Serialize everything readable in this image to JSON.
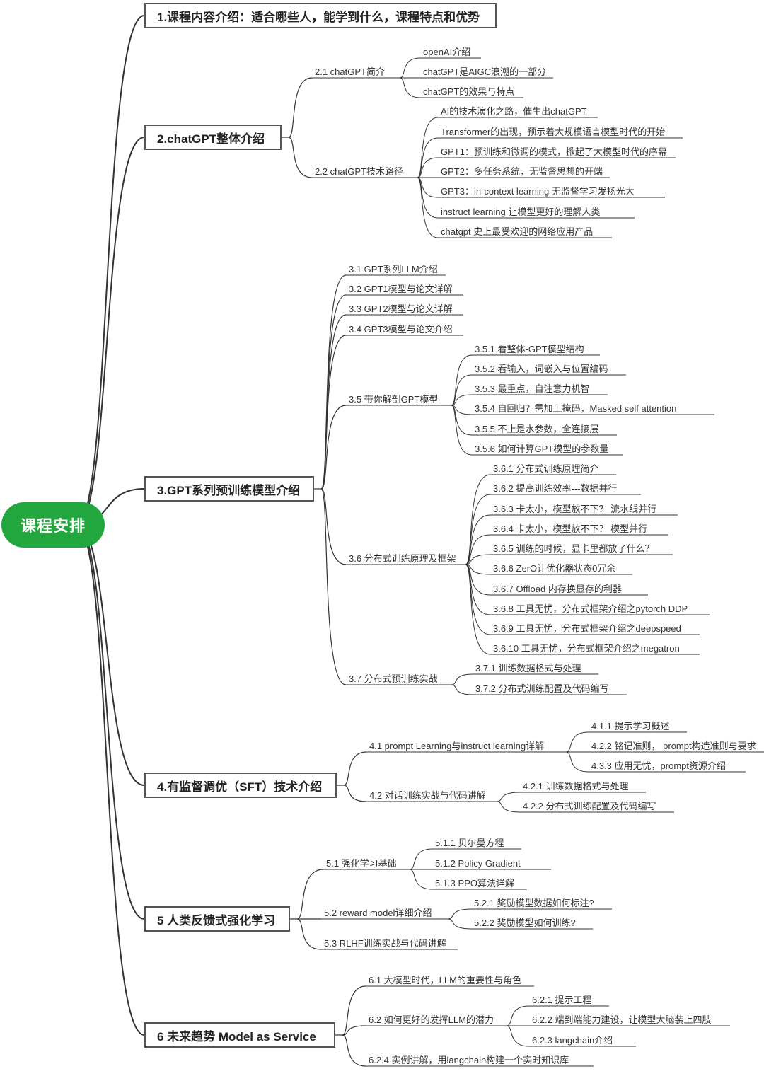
{
  "root": {
    "label": "课程安排"
  },
  "sections": [
    {
      "title": "1.课程内容介绍：适合哪些人，能学到什么，课程特点和优势"
    },
    {
      "title": "2.chatGPT整体介绍",
      "children": [
        {
          "label": "2.1 chatGPT简介",
          "children": [
            "openAI介绍",
            "chatGPT是AIGC浪潮的一部分",
            "chatGPT的效果与特点"
          ]
        },
        {
          "label": "2.2 chatGPT技术路径",
          "children": [
            "AI的技术演化之路，催生出chatGPT",
            "Transformer的出现，预示着大规模语言模型时代的开始",
            "GPT1：预训练和微调的模式，掀起了大模型时代的序幕",
            "GPT2：多任务系统，无监督思想的开端",
            "GPT3：in-context learning 无监督学习发扬光大",
            "instruct learning 让模型更好的理解人类",
            "chatgpt 史上最受欢迎的网络应用产品"
          ]
        }
      ]
    },
    {
      "title": "3.GPT系列预训练模型介绍",
      "children": [
        {
          "label": "3.1 GPT系列LLM介绍"
        },
        {
          "label": "3.2 GPT1模型与论文详解"
        },
        {
          "label": "3.3 GPT2模型与论文详解"
        },
        {
          "label": "3.4 GPT3模型与论文介绍"
        },
        {
          "label": "3.5 带你解剖GPT模型",
          "children": [
            "3.5.1 看整体-GPT模型结构",
            "3.5.2 看输入，词嵌入与位置编码",
            "3.5.3 最重点，自注意力机智",
            "3.5.4 自回归？需加上掩码，Masked self attention",
            "3.5.5 不止是水参数，全连接层",
            "3.5.6 如何计算GPT模型的参数量"
          ]
        },
        {
          "label": "3.6 分布式训练原理及框架",
          "children": [
            "3.6.1 分布式训练原理简介",
            "3.6.2 提高训练效率---数据并行",
            "3.6.3 卡太小，模型放不下？ 流水线并行",
            "3.6.4 卡太小，模型放不下？ 模型并行",
            "3.6.5 训练的时候，显卡里都放了什么？",
            "3.6.6 ZerO让优化器状态0冗余",
            "3.6.7 Offload 内存换显存的利器",
            "3.6.8 工具无忧，分布式框架介绍之pytorch DDP",
            "3.6.9 工具无忧，分布式框架介绍之deepspeed",
            "3.6.10 工具无忧，分布式框架介绍之megatron"
          ]
        },
        {
          "label": "3.7 分布式预训练实战",
          "children": [
            "3.7.1 训练数据格式与处理",
            "3.7.2 分布式训练配置及代码编写"
          ]
        }
      ]
    },
    {
      "title": "4.有监督调优（SFT）技术介绍",
      "children": [
        {
          "label": "4.1 prompt Learning与instruct learning详解",
          "children": [
            "4.1.1 提示学习概述",
            "4.2.2 铭记准则， prompt构造准则与要求",
            "4.3.3 应用无忧，prompt资源介绍"
          ]
        },
        {
          "label": "4.2 对话训练实战与代码讲解",
          "children": [
            "4.2.1 训练数据格式与处理",
            "4.2.2 分布式训练配置及代码编写"
          ]
        }
      ]
    },
    {
      "title": "5 人类反馈式强化学习",
      "children": [
        {
          "label": "5.1 强化学习基础",
          "children": [
            "5.1.1 贝尔曼方程",
            "5.1.2 Policy Gradient",
            "5.1.3 PPO算法详解"
          ]
        },
        {
          "label": "5.2 reward model详细介绍",
          "children": [
            "5.2.1 奖励模型数据如何标注?",
            "5.2.2 奖励模型如何训练?"
          ]
        },
        {
          "label": "5.3 RLHF训练实战与代码讲解"
        }
      ]
    },
    {
      "title": "6 未来趋势 Model as Service",
      "children": [
        {
          "label": "6.1 大模型时代，LLM的重要性与角色"
        },
        {
          "label": "6.2 如何更好的发挥LLM的潜力",
          "children": [
            "6.2.1 提示工程",
            "6.2.2 端到端能力建设，让模型大脑装上四肢",
            "6.2.3 langchain介绍"
          ]
        },
        {
          "label": "6.2.4 实例讲解，用langchain构建一个实时知识库"
        }
      ]
    }
  ],
  "colors": {
    "root": "#22a73f",
    "line": "#333333",
    "border": "#555555"
  }
}
